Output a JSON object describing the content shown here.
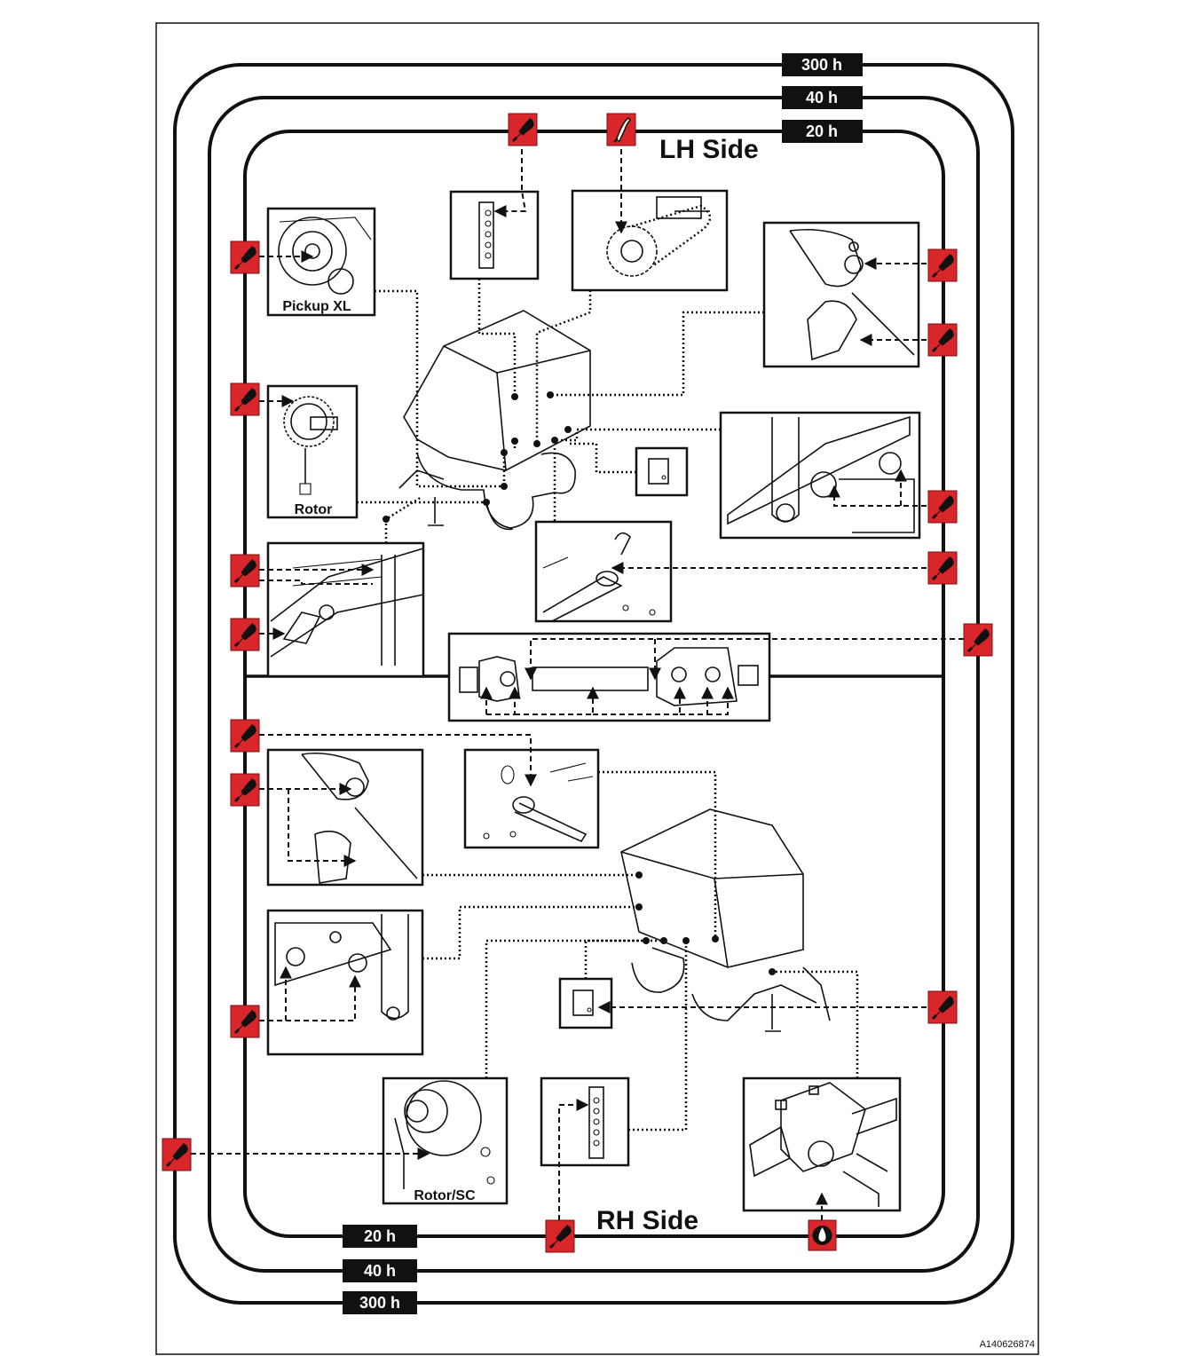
{
  "intervals": {
    "outer": "300 h",
    "middle": "40 h",
    "inner": "20 h"
  },
  "sides": {
    "top": "LH Side",
    "bottom": "RH Side"
  },
  "captions": {
    "pickup": "Pickup XL",
    "rotor": "Rotor",
    "rotor_sc": "Rotor/SC"
  },
  "reference": "A140626874",
  "colors": {
    "grease_marker": "#d9262b",
    "frame": "#111111",
    "label_bg": "#111111",
    "label_text": "#ffffff"
  },
  "icons": {
    "grease": "grease-gun-icon",
    "oil": "oil-can-icon",
    "oil_level": "oil-drop-icon"
  }
}
